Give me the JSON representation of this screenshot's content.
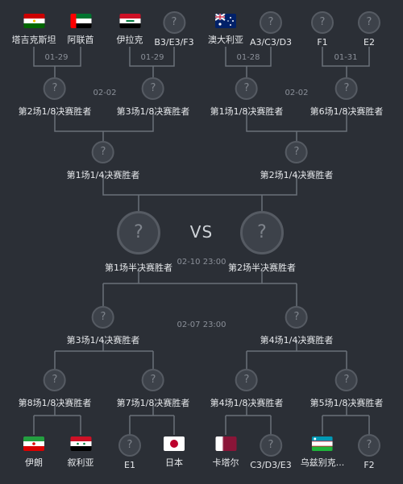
{
  "top_teams": [
    "塔吉克斯坦",
    "阿联酋",
    "伊拉克",
    "B3/E3/F3",
    "澳大利亚",
    "A3/C3/D3",
    "F1",
    "E2"
  ],
  "bottom_teams": [
    "伊朗",
    "叙利亚",
    "E1",
    "日本",
    "卡塔尔",
    "C3/D3/E3",
    "乌兹别克...",
    "F2"
  ],
  "r16_top": [
    "第2场1/8决赛胜者",
    "第3场1/8决赛胜者",
    "第1场1/8决赛胜者",
    "第6场1/8决赛胜者"
  ],
  "r16_bottom": [
    "第8场1/8决赛胜者",
    "第7场1/8决赛胜者",
    "第4场1/8决赛胜者",
    "第5场1/8决赛胜者"
  ],
  "qf_top": [
    "第1场1/4决赛胜者",
    "第2场1/4决赛胜者"
  ],
  "qf_bottom": [
    "第3场1/4决赛胜者",
    "第4场1/4决赛胜者"
  ],
  "sf": [
    "第1场半决赛胜者",
    "第2场半决赛胜者"
  ],
  "dates": {
    "r16_top": [
      "01-29",
      "01-29",
      "01-28",
      "01-31"
    ],
    "qf_top": [
      "02-02",
      "02-02"
    ],
    "final": "02-10 23:00",
    "sf_bottom": "02-07 23:00"
  },
  "vs_label": "VS",
  "unknown_glyph": "?",
  "colors": {
    "background": "#2b2f36",
    "line": "#6b7079"
  }
}
